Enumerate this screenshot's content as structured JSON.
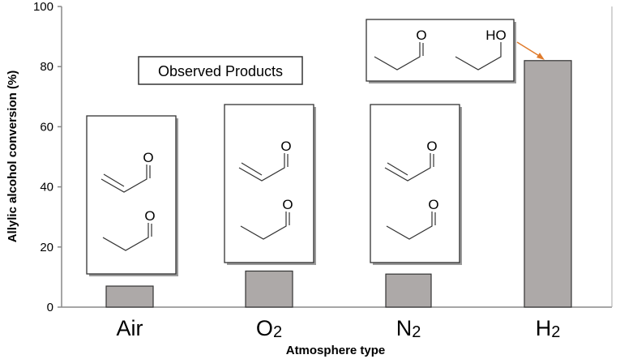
{
  "chart_data": {
    "type": "bar",
    "categories": [
      "Air",
      "O2",
      "N2",
      "H2"
    ],
    "category_labels": [
      {
        "base": "Air",
        "sub": ""
      },
      {
        "base": "O",
        "sub": "2"
      },
      {
        "base": "N",
        "sub": "2"
      },
      {
        "base": "H",
        "sub": "2"
      }
    ],
    "values": [
      7,
      12,
      11,
      82
    ],
    "xlabel": "Atmosphere type",
    "ylabel": "Allylic alcohol conversion (%)",
    "ylim": [
      0,
      100
    ],
    "yticks": [
      "0",
      "20",
      "40",
      "60",
      "80",
      "100"
    ],
    "grid": false,
    "bar_color": "#ada9a8",
    "annotation": "Observed Products",
    "product_structures": [
      {
        "category": "Air",
        "molecules": [
          "acrolein",
          "propanal"
        ],
        "labels": [
          "O",
          "O"
        ]
      },
      {
        "category": "O2",
        "molecules": [
          "acrolein",
          "propanal"
        ],
        "labels": [
          "O",
          "O"
        ]
      },
      {
        "category": "N2",
        "molecules": [
          "acrolein",
          "propanal"
        ],
        "labels": [
          "O",
          "O"
        ]
      },
      {
        "category": "H2",
        "molecules": [
          "propanal",
          "1-propanol"
        ],
        "labels": [
          "O",
          "HO"
        ]
      }
    ],
    "arrow_color": "#e07b2c"
  }
}
